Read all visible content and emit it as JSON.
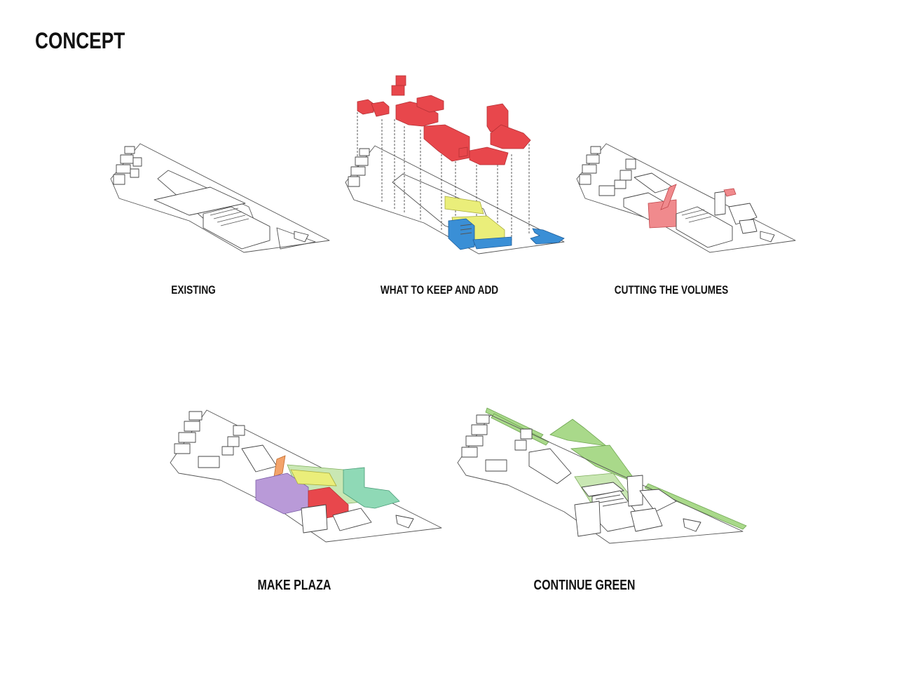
{
  "page": {
    "title": "CONCEPT"
  },
  "panels": [
    {
      "id": "existing",
      "caption": "EXISTING"
    },
    {
      "id": "keep-add",
      "caption": "WHAT TO KEEP AND ADD"
    },
    {
      "id": "cutting",
      "caption": "CUTTING THE VOLUMES"
    },
    {
      "id": "plaza",
      "caption": "MAKE PLAZA"
    },
    {
      "id": "green",
      "caption": "CONTINUE GREEN"
    }
  ],
  "colors": {
    "add": "#e8474c",
    "keep_yellow": "#eaee7a",
    "keep_blue": "#3a8fd6",
    "cut": "#f08a8d",
    "plaza_purple": "#b99ad8",
    "plaza_orange": "#f3a36a",
    "plaza_mint": "#8fd9b6",
    "green": "#a9d98a",
    "outline": "#444444"
  }
}
